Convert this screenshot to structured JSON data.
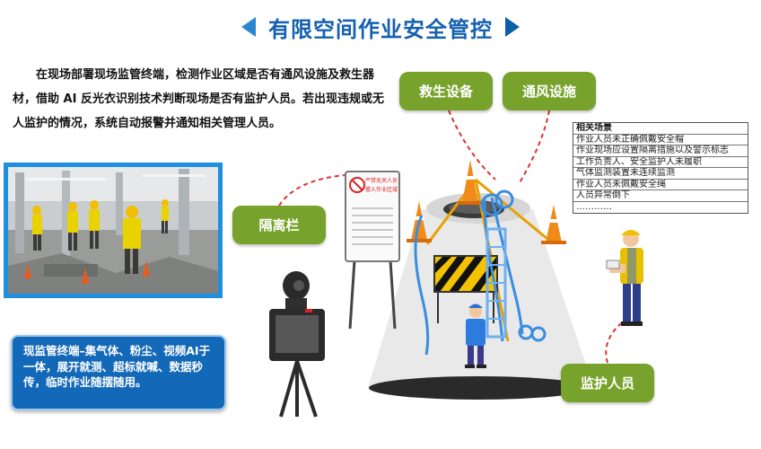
{
  "header": {
    "title": "有限空间作业安全管控"
  },
  "description": "在现场部署现场监管终端，检测作业区域是否有通风设施及救生器材，借助 AI 反光衣识别技术判断现场是否有监护人员。若出现违规或无人监护的情况，系统自动报警并通知相关管理人员。",
  "labels": {
    "rescue_equipment": "救生设备",
    "ventilation": "通风设施",
    "isolation_fence": "隔离栏",
    "guardian": "监护人员"
  },
  "scenarios": {
    "title": "相关场景",
    "items": [
      "作业人员未正确佩戴安全帽",
      "作业现场应设置隔离措施以及警示标志",
      "工作负责人、安全监护人未履职",
      "气体监测装置未连续监测",
      "作业人员未佩戴安全绳",
      "人员异常倒下",
      "…………"
    ]
  },
  "terminal": {
    "text": "现监管终端–集气体、粉尘、视频AI于一体，展开就测、超标就喊、数据秒传，临时作业随摆随用。"
  },
  "sign": {
    "line1": "严禁无关人员",
    "line2": "擅入作业区域"
  },
  "colors": {
    "title": "#1560b0",
    "tag_green": "#77a22b",
    "terminal_blue": "#1468b8",
    "dashed_red": "#e03030"
  }
}
